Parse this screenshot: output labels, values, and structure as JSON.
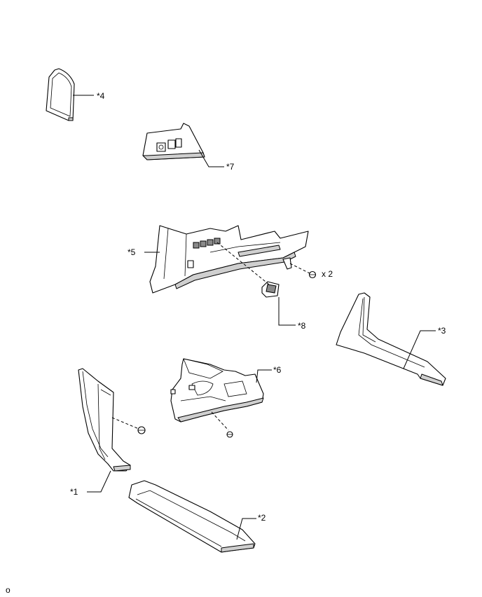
{
  "callouts": {
    "c1": "*1",
    "c2": "*2",
    "c3": "*3",
    "c4": "*4",
    "c5": "*5",
    "c6": "*6",
    "c7": "*7",
    "c8": "*8"
  },
  "quantity": "x 2",
  "corner_mark": "o"
}
